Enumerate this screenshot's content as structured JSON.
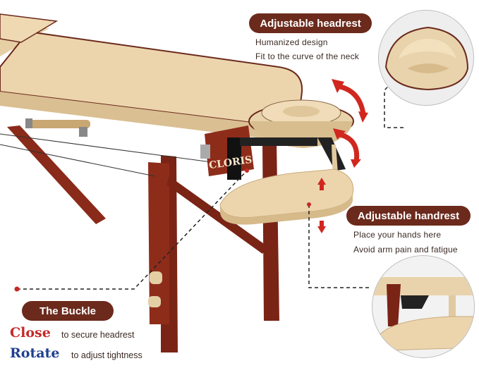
{
  "headrest": {
    "title": "Adjustable headrest",
    "line1": "Humanized design",
    "line2": "Fit to the curve of the neck"
  },
  "handrest": {
    "title": "Adjustable handrest",
    "line1": "Place your hands here",
    "line2": "Avoid arm pain and fatigue"
  },
  "buckle": {
    "title": "The Buckle",
    "close_word": "Close",
    "close_desc": "to secure headrest",
    "rotate_word": "Rotate",
    "rotate_desc": "to adjust tightness"
  },
  "brand_logo": "CLORIS",
  "colors": {
    "pill": "#6b2a1c",
    "close": "#c62828",
    "rotate": "#1f3f8f",
    "cushion": "#e9d3ac",
    "wood": "#8a2a1a",
    "arrow": "#d0271f"
  }
}
